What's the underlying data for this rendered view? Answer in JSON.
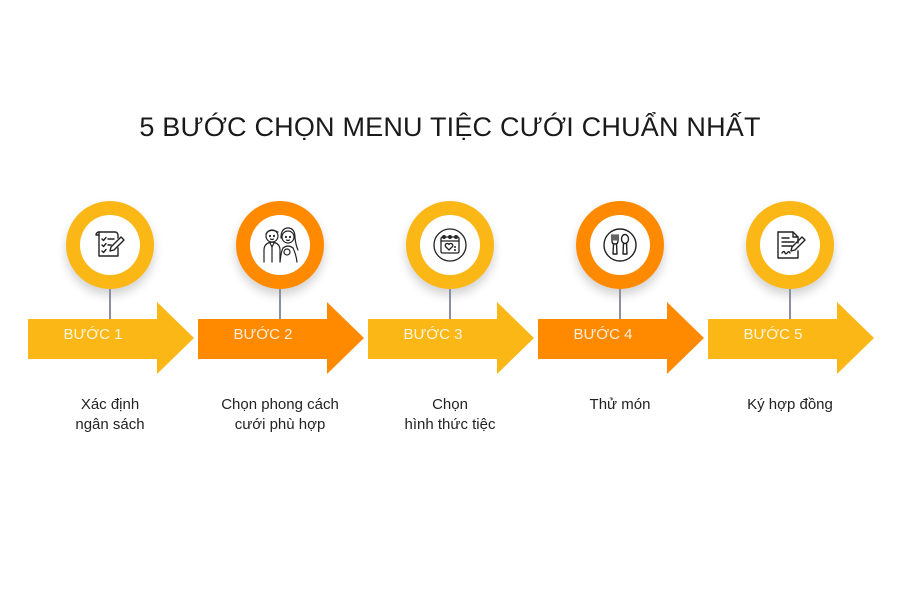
{
  "title": "5 BƯỚC CHỌN MENU TIỆC CƯỚI CHUẨN NHẤT",
  "colors": {
    "yellow": "#FBB716",
    "orange": "#FF8A00",
    "connector": "#8a90a0",
    "text": "#222222"
  },
  "steps": [
    {
      "label": "BƯỚC 1",
      "desc_line1": "Xác định",
      "desc_line2": "ngân sách",
      "icon": "checklist-pen-icon",
      "color": "yellow"
    },
    {
      "label": "BƯỚC 2",
      "desc_line1": "Chọn phong cách",
      "desc_line2": "cưới phù hợp",
      "icon": "bride-groom-icon",
      "color": "orange"
    },
    {
      "label": "BƯỚC 3",
      "desc_line1": "Chọn",
      "desc_line2": "hình thức tiệc",
      "icon": "calendar-heart-icon",
      "color": "yellow"
    },
    {
      "label": "BƯỚC 4",
      "desc_line1": "Thử món",
      "desc_line2": "",
      "icon": "fork-spoon-icon",
      "color": "orange"
    },
    {
      "label": "BƯỚC 5",
      "desc_line1": "Ký hợp đồng",
      "desc_line2": "",
      "icon": "contract-sign-icon",
      "color": "yellow"
    }
  ]
}
